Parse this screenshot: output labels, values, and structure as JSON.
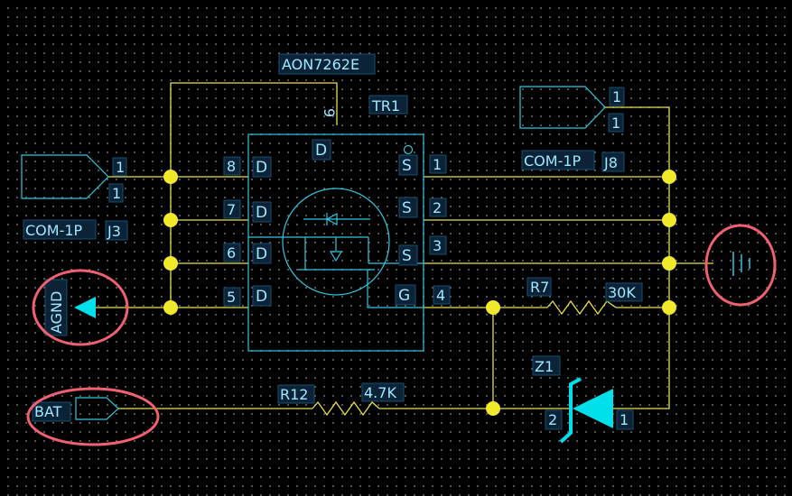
{
  "colors": {
    "wire": "#e8e04a",
    "outline": "#2ec8e0",
    "label": "#9fe8ff",
    "junction": "#f0ea2a",
    "highlight": "#f06070",
    "diode": "#00e0ea"
  },
  "tr1": {
    "ref": "TR1",
    "part": "AON7262E",
    "tab_pin": "9",
    "tab_name": "D",
    "left_pins": [
      {
        "num": "8",
        "name": "D"
      },
      {
        "num": "7",
        "name": "D"
      },
      {
        "num": "6",
        "name": "D"
      },
      {
        "num": "5",
        "name": "D"
      }
    ],
    "right_pins": [
      {
        "num": "1",
        "name": "S"
      },
      {
        "num": "2",
        "name": "S"
      },
      {
        "num": "3",
        "name": "S"
      },
      {
        "num": "4",
        "name": "G"
      }
    ]
  },
  "j3": {
    "ref": "J3",
    "type": "COM-1P",
    "pin_a": "1",
    "pin_b": "1"
  },
  "j8": {
    "ref": "J8",
    "type": "COM-1P",
    "pin_a": "1",
    "pin_b": "1"
  },
  "r7": {
    "ref": "R7",
    "value": "30K"
  },
  "r12": {
    "ref": "R12",
    "value": "4.7K"
  },
  "z1": {
    "ref": "Z1",
    "pin_left": "2",
    "pin_right": "1"
  },
  "agnd": {
    "label": "AGND"
  },
  "bat": {
    "label": "BAT"
  }
}
